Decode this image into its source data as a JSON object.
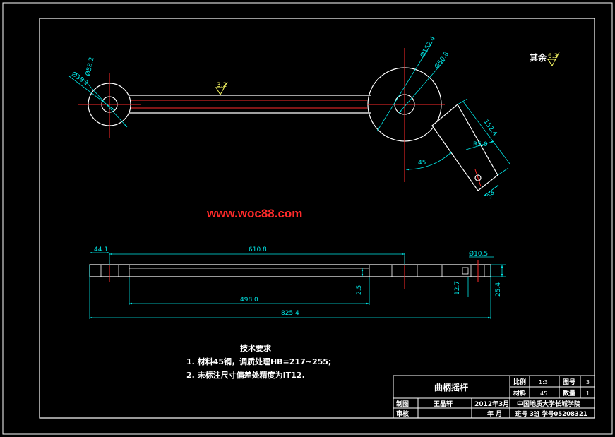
{
  "drawing": {
    "colors": {
      "background": "#000000",
      "outline": "#ffffff",
      "centerline": "#ff2a2a",
      "dimension": "#00e5e5",
      "roughness": "#ffff66",
      "watermark": "#ff2a2a"
    },
    "top_view": {
      "dims": {
        "d_small_outer": "Ø58.2",
        "d_small_inner": "Ø38.1",
        "d_big_outer": "Ø152.4",
        "d_big_inner": "Ø50.8",
        "arm_len": "152.4",
        "r_tip": "R5.0",
        "arm_angle": "45",
        "arm_width": "38"
      },
      "roughness_rod": "3.2",
      "roughness_other_label": "其余",
      "roughness_other_value": "6.3"
    },
    "watermark": "www.woc88.com",
    "front_view": {
      "dims": {
        "left_end": "44.1",
        "center_dist": "610.8",
        "hole_dia": "Ø10.5",
        "slot_len": "498.0",
        "slot_depth": "2.5",
        "thick_a": "12.7",
        "thick_b": "25.4",
        "overall": "825.4"
      }
    },
    "tech_req": {
      "title": "技术要求",
      "item1": "1. 材料45钢，调质处理HB=217~255;",
      "item2": "2. 未标注尺寸偏差处精度为IT12."
    },
    "title_block": {
      "part_name": "曲柄摇杆",
      "scale_label": "比例",
      "scale_value": "1:3",
      "drawing_no_label": "图号",
      "drawing_no_value": "3",
      "material_label": "材料",
      "material_value": "45",
      "quantity_label": "数量",
      "quantity_value": "1",
      "drawn_label": "制图",
      "drawn_name": "王晶轩",
      "drawn_date": "2012年3月",
      "school": "中国地质大学长城学院",
      "check_label": "审核",
      "date_placeholder": "年  月",
      "class_info": "班号 3班 学号05208321"
    }
  }
}
